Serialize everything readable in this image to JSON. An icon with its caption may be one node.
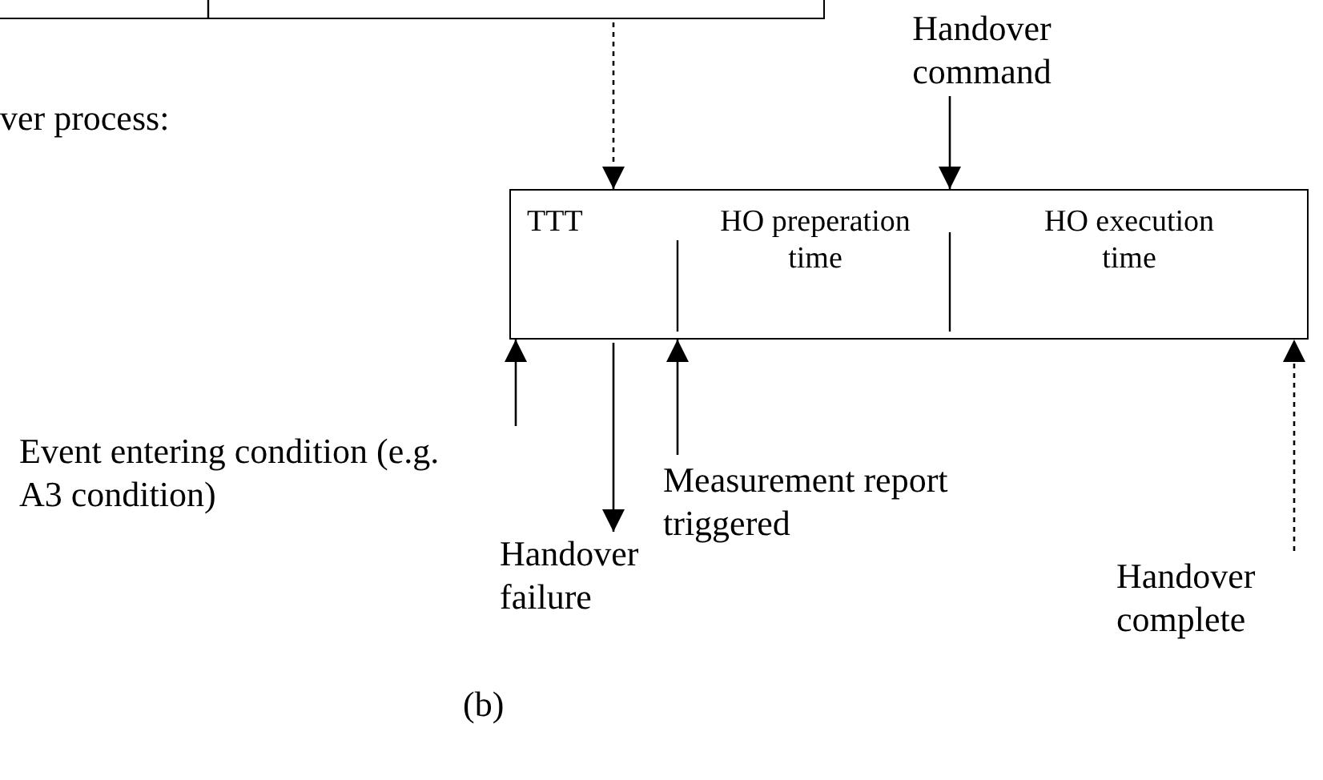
{
  "diagram": {
    "nodes": [
      {
        "text": [],
        "shape": "box"
      },
      {
        "text": [],
        "shape": "box"
      },
      {
        "text": [
          "TTT"
        ],
        "in": 1
      },
      {
        "text": [
          "HO preperation time"
        ],
        "in": 1
      },
      {
        "text": [
          "HO execution time"
        ],
        "in": 1
      },
      {
        "text": [
          "Handover command"
        ]
      },
      {
        "text": [
          "Event entering condition (e.g. A3 condition)"
        ]
      },
      {
        "text": [
          "Handover failure"
        ]
      },
      {
        "text": [
          "Measurement report triggered"
        ]
      },
      {
        "text": [
          "Handover complete"
        ]
      }
    ],
    "edges": [
      {
        "from": 0,
        "to": 1,
        "arrow": "to",
        "style": "dashed"
      },
      {
        "from": 5,
        "to": 1,
        "arrow": "to"
      },
      {
        "from": 6,
        "to": 1,
        "arrow": "to"
      },
      {
        "from": 1,
        "to": 7,
        "arrow": "to"
      },
      {
        "from": 8,
        "to": 1,
        "arrow": "to"
      },
      {
        "from": 9,
        "to": 1,
        "arrow": "to",
        "style": "dashed"
      }
    ],
    "labels": [
      "ver process:",
      "(b)"
    ]
  }
}
